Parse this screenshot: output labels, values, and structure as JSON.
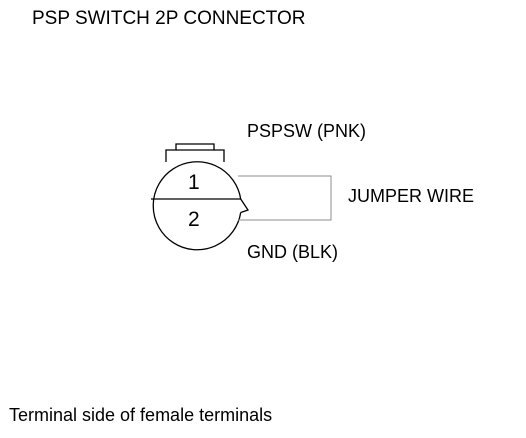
{
  "title": "PSP SWITCH 2P CONNECTOR",
  "connector": {
    "terminals": [
      {
        "number": "1",
        "label": "PSPSW (PNK)"
      },
      {
        "number": "2",
        "label": "GND (BLK)"
      }
    ],
    "jumper_label": "JUMPER WIRE"
  },
  "caption": "Terminal side of female terminals"
}
